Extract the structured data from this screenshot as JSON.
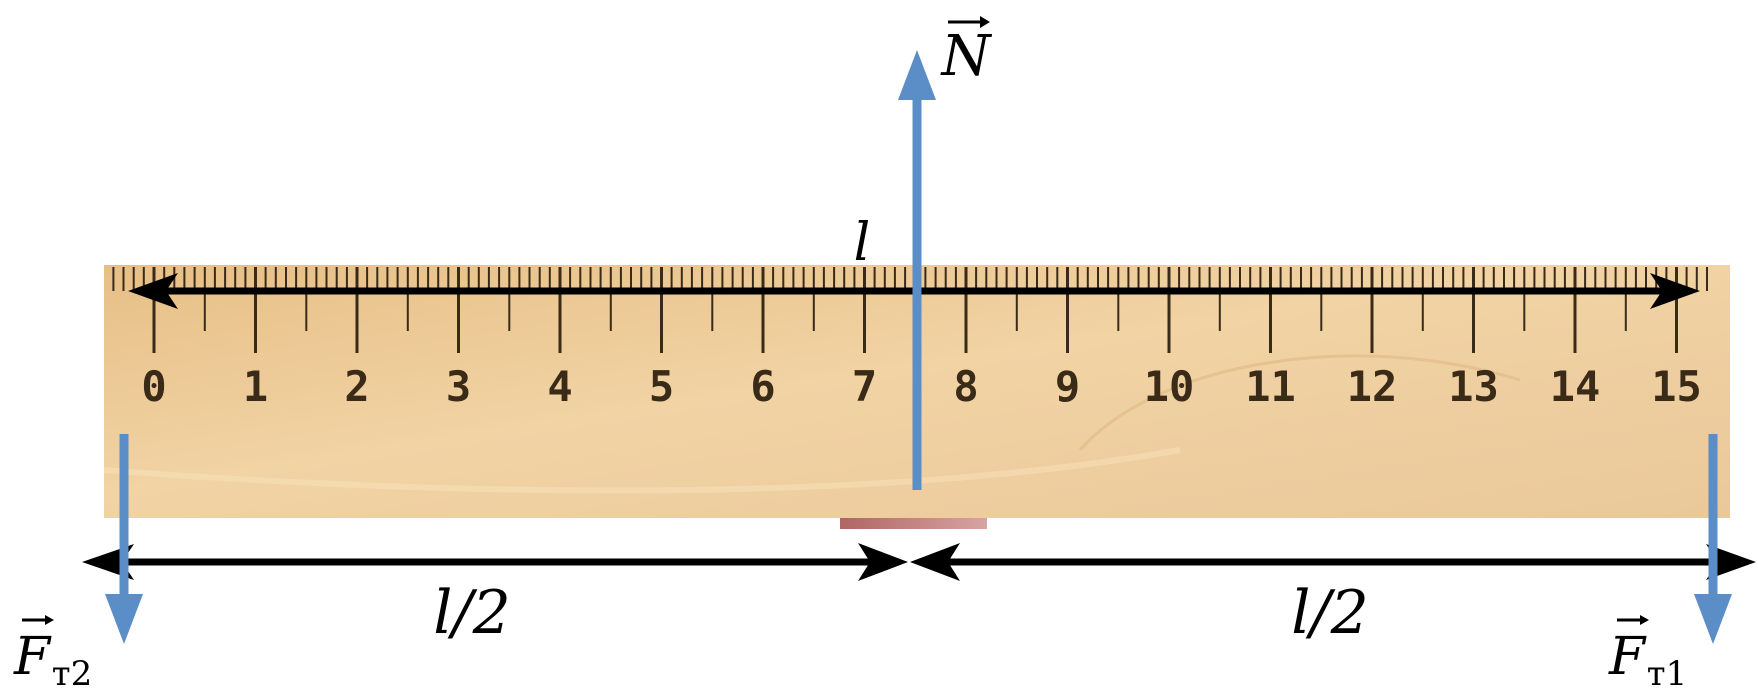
{
  "ruler": {
    "tick_labels": [
      "0",
      "1",
      "2",
      "3",
      "4",
      "5",
      "6",
      "7",
      "8",
      "9",
      "10",
      "11",
      "12",
      "13",
      "14",
      "15"
    ],
    "minor_divisions_per_unit": 10
  },
  "labels": {
    "length": "l",
    "half_left": "l/2",
    "half_right": "l/2",
    "normal_force": "N",
    "gravity_1_base": "F",
    "gravity_1_sub": "т1",
    "gravity_2_base": "F",
    "gravity_2_sub": "т2"
  },
  "colors": {
    "force_arrow": "#5b8ec6",
    "dimension_arrow": "#000000",
    "ruler_wood": "#ecc995",
    "ruler_tick": "#3a2a18",
    "support": "#c07d7b"
  },
  "icons": {
    "support": "support-block"
  }
}
